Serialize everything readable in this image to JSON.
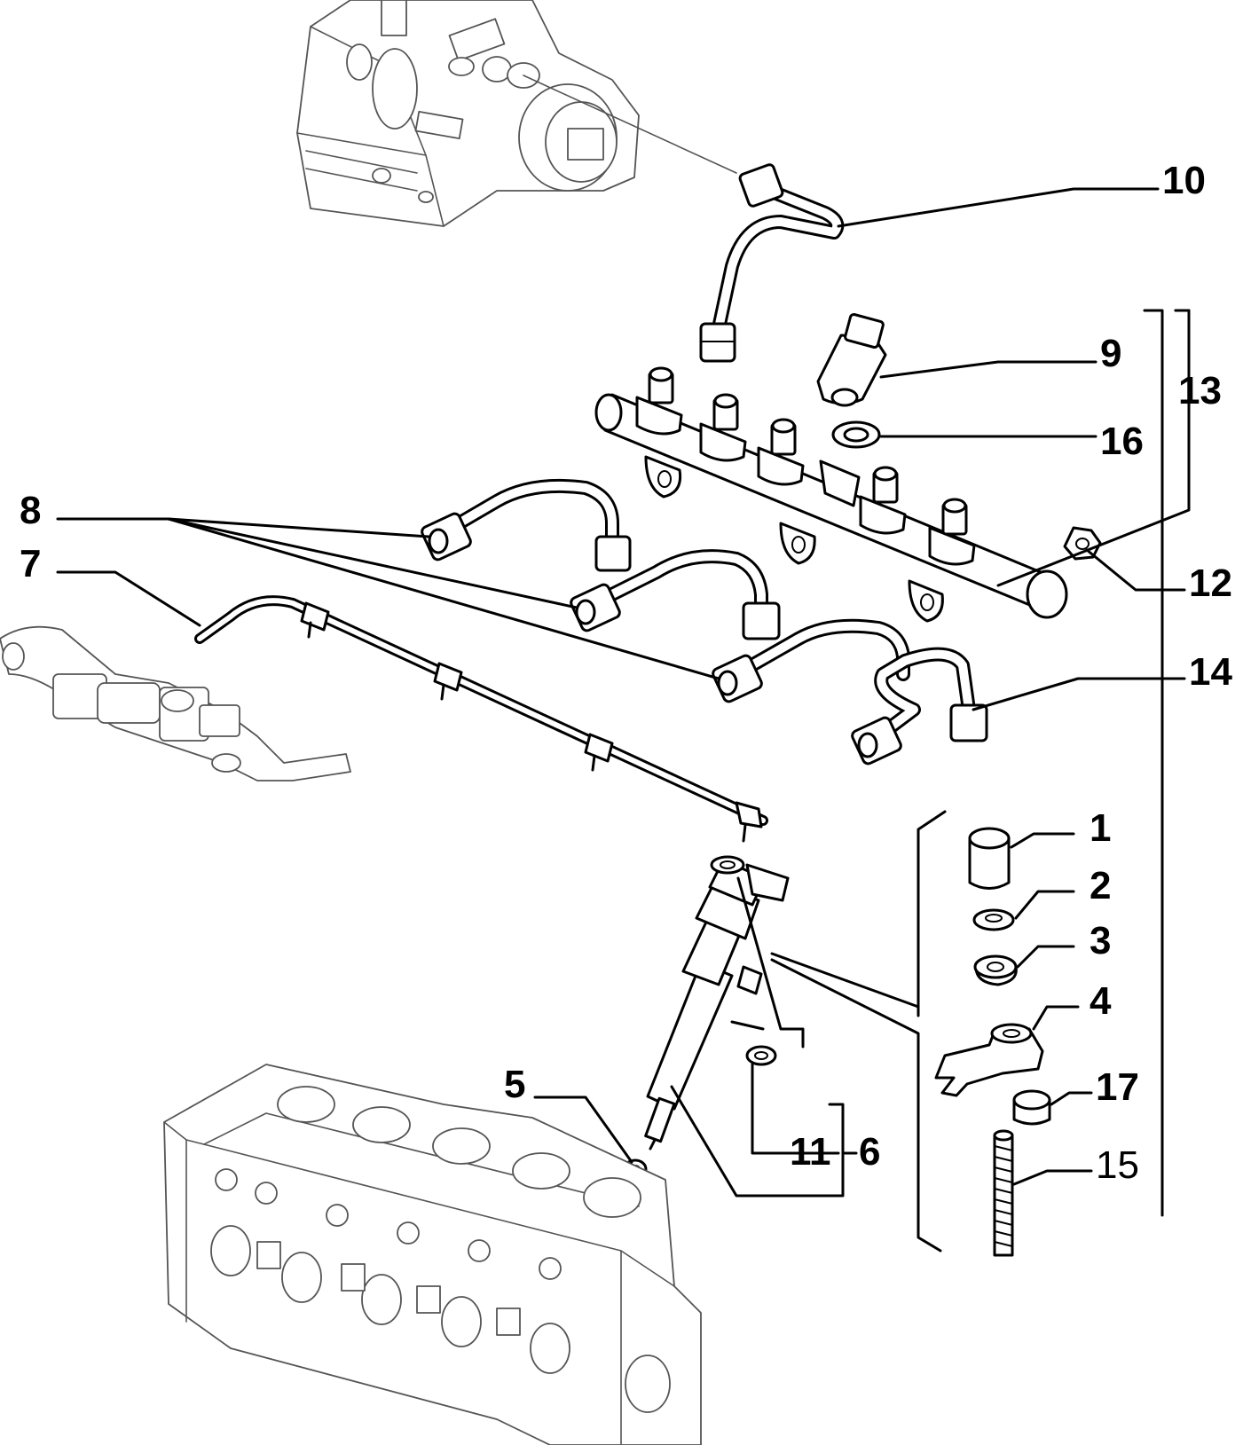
{
  "diagram": {
    "callouts": {
      "c1": "1",
      "c2": "2",
      "c3": "3",
      "c4": "4",
      "c5": "5",
      "c6": "6",
      "c7": "7",
      "c8": "8",
      "c9": "9",
      "c10": "10",
      "c11": "11",
      "c12": "12",
      "c13": "13",
      "c14": "14",
      "c15": "15",
      "c16": "16",
      "c17": "17"
    }
  }
}
